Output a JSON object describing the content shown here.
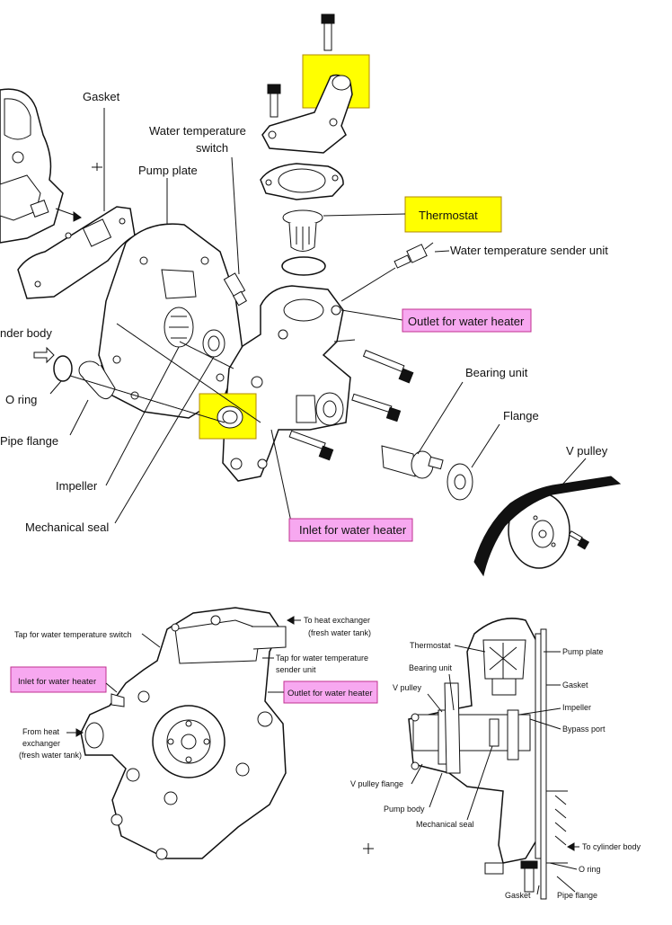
{
  "colors": {
    "highlight_yellow": "#ffff00",
    "highlight_pink": "#f7a8f0",
    "ink": "#111111"
  },
  "exploded": {
    "gasket": "Gasket",
    "water_temp_switch_line1": "Water temperature",
    "water_temp_switch_line2": "switch",
    "pump_plate": "Pump plate",
    "thermostat": "Thermostat",
    "sender_unit": "Water temperature sender unit",
    "outlet": "Outlet for water heater",
    "cylinder_body_partial": "nder body",
    "o_ring": "O ring",
    "bearing_unit": "Bearing unit",
    "pipe_flange": "Pipe flange",
    "flange": "Flange",
    "v_pulley": "V pulley",
    "impeller": "Impeller",
    "inlet": "Inlet for water heater",
    "mechanical_seal": "Mechanical seal"
  },
  "front_view": {
    "to_heat_exchanger_1": "To heat exchanger",
    "to_heat_exchanger_2": "(fresh water tank)",
    "tap_switch": "Tap for water temperature switch",
    "tap_sender_1": "Tap for water temperature",
    "tap_sender_2": "sender unit",
    "inlet": "Inlet for water heater",
    "outlet": "Outlet for water heater",
    "from_hx_1": "From heat",
    "from_hx_2": "exchanger",
    "from_hx_3": "(fresh water tank)"
  },
  "section_view": {
    "thermostat": "Thermostat",
    "pump_plate": "Pump plate",
    "bearing_unit": "Bearing unit",
    "gasket": "Gasket",
    "v_pulley": "V pulley",
    "impeller": "Impeller",
    "bypass_port": "Bypass port",
    "v_pulley_flange": "V pulley flange",
    "pump_body": "Pump body",
    "mechanical_seal": "Mechanical seal",
    "to_cylinder_body": "To cylinder body",
    "o_ring": "O ring",
    "gasket_bottom": "Gasket",
    "pipe_flange": "Pipe flange"
  }
}
